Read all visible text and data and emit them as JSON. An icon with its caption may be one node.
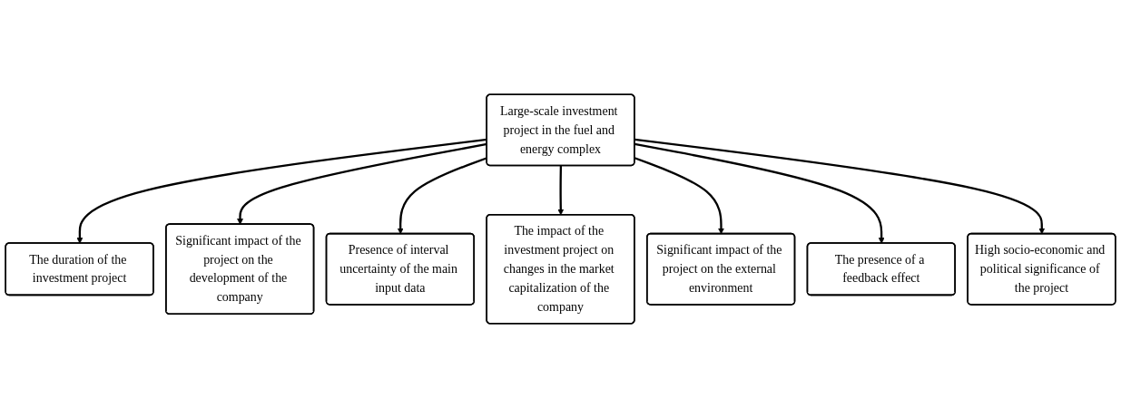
{
  "diagram": {
    "nodes": [
      {
        "text": [
          "Large-scale investment project in the fuel and energy complex"
        ]
      },
      {
        "text": [
          "The duration of the investment project"
        ]
      },
      {
        "text": [
          "Significant impact of the project on the development of the company"
        ]
      },
      {
        "text": [
          "Presence of interval uncertainty of the main input data"
        ]
      },
      {
        "text": [
          "The impact of the investment project on changes in the market capitalization of the company"
        ]
      },
      {
        "text": [
          "Significant impact of the project on the external environment"
        ]
      },
      {
        "text": [
          "The presence of a feedback effect"
        ]
      },
      {
        "text": [
          "High socio-economic and political significance of the project"
        ]
      }
    ],
    "edges": [
      {
        "from": 0,
        "to": 1,
        "arrow": "to"
      },
      {
        "from": 0,
        "to": 2,
        "arrow": "to"
      },
      {
        "from": 0,
        "to": 3,
        "arrow": "to"
      },
      {
        "from": 0,
        "to": 4,
        "arrow": "to"
      },
      {
        "from": 0,
        "to": 5,
        "arrow": "to"
      },
      {
        "from": 0,
        "to": 6,
        "arrow": "to"
      },
      {
        "from": 0,
        "to": 7,
        "arrow": "to"
      }
    ]
  }
}
